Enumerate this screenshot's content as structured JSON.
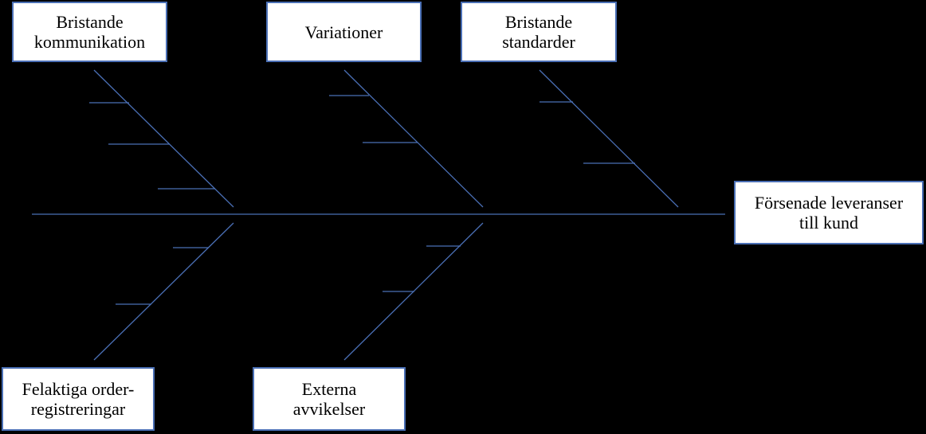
{
  "diagram": {
    "effect": {
      "lines": [
        "Försenade leveranser",
        "till kund"
      ]
    },
    "causes": {
      "top": [
        {
          "lines": [
            "Bristande",
            "kommunikation"
          ]
        },
        {
          "lines": [
            "Variationer"
          ]
        },
        {
          "lines": [
            "Bristande",
            "standarder"
          ]
        }
      ],
      "bottom": [
        {
          "lines": [
            "Felaktiga order-",
            "registreringar"
          ]
        },
        {
          "lines": [
            "Externa",
            "avvikelser"
          ]
        }
      ]
    },
    "colors": {
      "background": "#000000",
      "line": "#4a6fb5",
      "box_fill": "#ffffff",
      "box_border": "#4a6fb5",
      "text": "#000000"
    }
  }
}
